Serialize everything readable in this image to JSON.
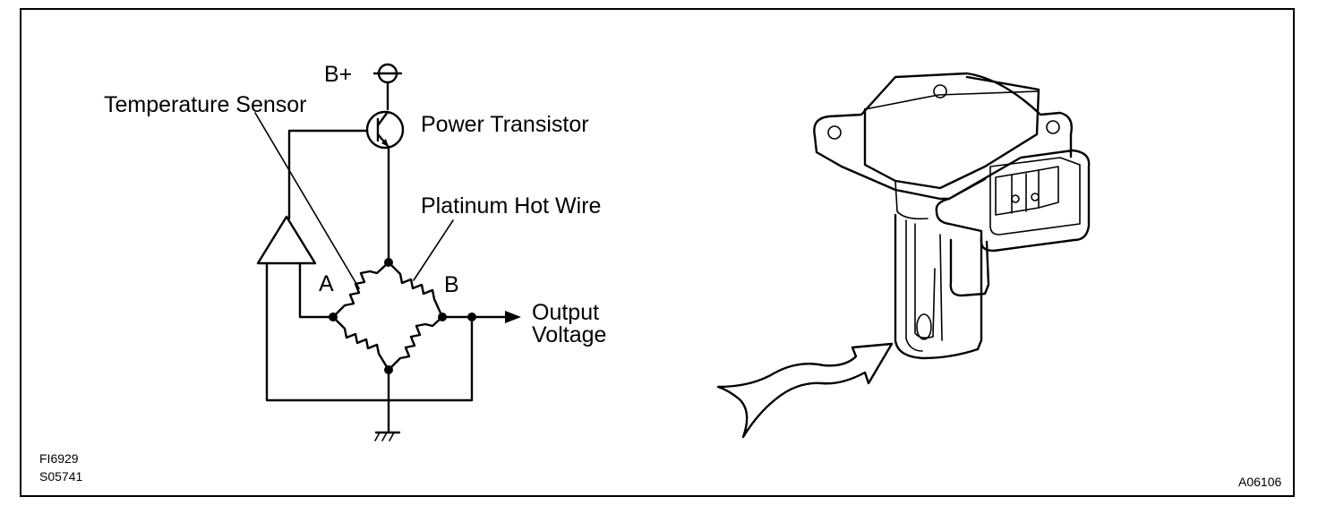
{
  "circuit": {
    "supply_label": "B+",
    "temperature_sensor_label": "Temperature Sensor",
    "power_transistor_label": "Power Transistor",
    "hot_wire_label": "Platinum Hot Wire",
    "point_a_label": "A",
    "point_b_label": "B",
    "output_line1": "Output",
    "output_line2": "Voltage"
  },
  "codes": {
    "figure_code_1": "FI6929",
    "figure_code_2": "S05741",
    "figure_code_3": "A06106"
  },
  "icons": [
    "supply-terminal-icon",
    "transistor-icon",
    "op-amp-icon",
    "resistor-icon",
    "ground-icon",
    "airflow-arrow-icon",
    "mass-airflow-meter-icon"
  ]
}
